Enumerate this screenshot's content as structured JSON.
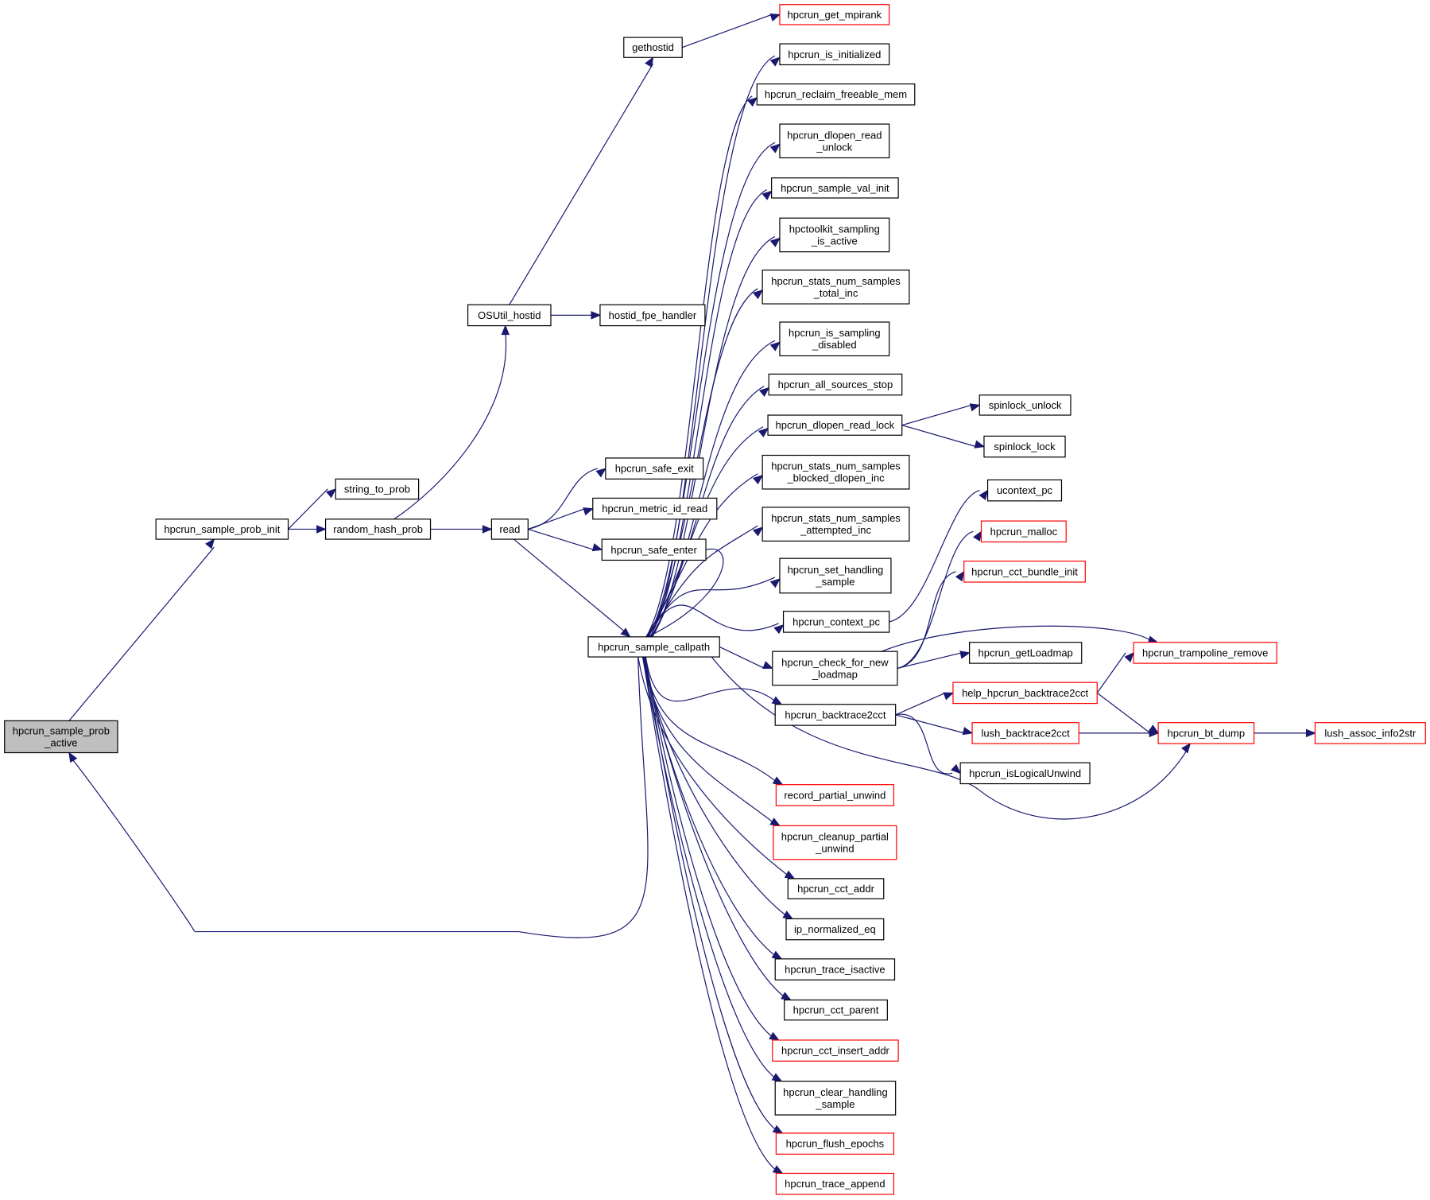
{
  "graph": {
    "type": "call-graph",
    "colors": {
      "edge": "#191970",
      "node_border": "#000000",
      "external_node_border": "#ff0000",
      "root_fill": "#bfbfbf",
      "node_fill": "#ffffff"
    },
    "nodes": [
      {
        "id": "n0",
        "lines": [
          "hpcrun_sample_prob",
          "_active"
        ],
        "kind": "root"
      },
      {
        "id": "n1",
        "lines": [
          "hpcrun_sample_prob_init"
        ],
        "kind": "normal"
      },
      {
        "id": "n2",
        "lines": [
          "string_to_prob"
        ],
        "kind": "normal"
      },
      {
        "id": "n3",
        "lines": [
          "random_hash_prob"
        ],
        "kind": "normal"
      },
      {
        "id": "n4",
        "lines": [
          "OSUtil_hostid"
        ],
        "kind": "normal"
      },
      {
        "id": "n5",
        "lines": [
          "gethostid"
        ],
        "kind": "normal"
      },
      {
        "id": "n6",
        "lines": [
          "hpcrun_get_mpirank"
        ],
        "kind": "external"
      },
      {
        "id": "n7",
        "lines": [
          "hostid_fpe_handler"
        ],
        "kind": "normal"
      },
      {
        "id": "n8",
        "lines": [
          "read"
        ],
        "kind": "normal"
      },
      {
        "id": "n9",
        "lines": [
          "hpcrun_safe_exit"
        ],
        "kind": "normal"
      },
      {
        "id": "n10",
        "lines": [
          "hpcrun_metric_id_read"
        ],
        "kind": "normal"
      },
      {
        "id": "n11",
        "lines": [
          "hpcrun_safe_enter"
        ],
        "kind": "normal"
      },
      {
        "id": "n12",
        "lines": [
          "hpcrun_sample_callpath"
        ],
        "kind": "normal"
      },
      {
        "id": "n13",
        "lines": [
          "hpcrun_is_initialized"
        ],
        "kind": "normal"
      },
      {
        "id": "n14",
        "lines": [
          "hpcrun_reclaim_freeable_mem"
        ],
        "kind": "normal"
      },
      {
        "id": "n15",
        "lines": [
          "hpcrun_dlopen_read",
          "_unlock"
        ],
        "kind": "normal"
      },
      {
        "id": "n16",
        "lines": [
          "hpcrun_sample_val_init"
        ],
        "kind": "normal"
      },
      {
        "id": "n17",
        "lines": [
          "hpctoolkit_sampling",
          "_is_active"
        ],
        "kind": "normal"
      },
      {
        "id": "n18",
        "lines": [
          "hpcrun_stats_num_samples",
          "_total_inc"
        ],
        "kind": "normal"
      },
      {
        "id": "n19",
        "lines": [
          "hpcrun_is_sampling",
          "_disabled"
        ],
        "kind": "normal"
      },
      {
        "id": "n20",
        "lines": [
          "hpcrun_all_sources_stop"
        ],
        "kind": "normal"
      },
      {
        "id": "n21",
        "lines": [
          "hpcrun_dlopen_read_lock"
        ],
        "kind": "normal"
      },
      {
        "id": "n22",
        "lines": [
          "hpcrun_stats_num_samples",
          "_blocked_dlopen_inc"
        ],
        "kind": "normal"
      },
      {
        "id": "n23",
        "lines": [
          "hpcrun_stats_num_samples",
          "_attempted_inc"
        ],
        "kind": "normal"
      },
      {
        "id": "n24",
        "lines": [
          "hpcrun_set_handling",
          "_sample"
        ],
        "kind": "normal"
      },
      {
        "id": "n25",
        "lines": [
          "hpcrun_context_pc"
        ],
        "kind": "normal"
      },
      {
        "id": "n26",
        "lines": [
          "hpcrun_check_for_new",
          "_loadmap"
        ],
        "kind": "normal"
      },
      {
        "id": "n27",
        "lines": [
          "hpcrun_backtrace2cct"
        ],
        "kind": "normal"
      },
      {
        "id": "n28",
        "lines": [
          "record_partial_unwind"
        ],
        "kind": "external"
      },
      {
        "id": "n29",
        "lines": [
          "hpcrun_cleanup_partial",
          "_unwind"
        ],
        "kind": "external"
      },
      {
        "id": "n30",
        "lines": [
          "hpcrun_cct_addr"
        ],
        "kind": "normal"
      },
      {
        "id": "n31",
        "lines": [
          "ip_normalized_eq"
        ],
        "kind": "normal"
      },
      {
        "id": "n32",
        "lines": [
          "hpcrun_trace_isactive"
        ],
        "kind": "normal"
      },
      {
        "id": "n33",
        "lines": [
          "hpcrun_cct_parent"
        ],
        "kind": "normal"
      },
      {
        "id": "n34",
        "lines": [
          "hpcrun_cct_insert_addr"
        ],
        "kind": "external"
      },
      {
        "id": "n35",
        "lines": [
          "hpcrun_clear_handling",
          "_sample"
        ],
        "kind": "normal"
      },
      {
        "id": "n36",
        "lines": [
          "hpcrun_flush_epochs"
        ],
        "kind": "external"
      },
      {
        "id": "n37",
        "lines": [
          "hpcrun_trace_append"
        ],
        "kind": "external"
      },
      {
        "id": "n38",
        "lines": [
          "spinlock_unlock"
        ],
        "kind": "normal"
      },
      {
        "id": "n39",
        "lines": [
          "spinlock_lock"
        ],
        "kind": "normal"
      },
      {
        "id": "n40",
        "lines": [
          "ucontext_pc"
        ],
        "kind": "normal"
      },
      {
        "id": "n41",
        "lines": [
          "hpcrun_malloc"
        ],
        "kind": "external"
      },
      {
        "id": "n42",
        "lines": [
          "hpcrun_cct_bundle_init"
        ],
        "kind": "external"
      },
      {
        "id": "n43",
        "lines": [
          "hpcrun_getLoadmap"
        ],
        "kind": "normal"
      },
      {
        "id": "n44",
        "lines": [
          "hpcrun_trampoline_remove"
        ],
        "kind": "external"
      },
      {
        "id": "n45",
        "lines": [
          "help_hpcrun_backtrace2cct"
        ],
        "kind": "external"
      },
      {
        "id": "n46",
        "lines": [
          "lush_backtrace2cct"
        ],
        "kind": "external"
      },
      {
        "id": "n47",
        "lines": [
          "hpcrun_isLogicalUnwind"
        ],
        "kind": "normal"
      },
      {
        "id": "n48",
        "lines": [
          "hpcrun_bt_dump"
        ],
        "kind": "external"
      },
      {
        "id": "n49",
        "lines": [
          "lush_assoc_info2str"
        ],
        "kind": "external"
      }
    ],
    "edges": [
      [
        "n0",
        "n1"
      ],
      [
        "n1",
        "n2"
      ],
      [
        "n1",
        "n3"
      ],
      [
        "n3",
        "n4"
      ],
      [
        "n3",
        "n8"
      ],
      [
        "n4",
        "n5"
      ],
      [
        "n4",
        "n7"
      ],
      [
        "n5",
        "n6"
      ],
      [
        "n8",
        "n9"
      ],
      [
        "n8",
        "n10"
      ],
      [
        "n8",
        "n11"
      ],
      [
        "n8",
        "n12"
      ],
      [
        "n11",
        "n12"
      ],
      [
        "n12",
        "n13"
      ],
      [
        "n12",
        "n14"
      ],
      [
        "n12",
        "n15"
      ],
      [
        "n12",
        "n16"
      ],
      [
        "n12",
        "n17"
      ],
      [
        "n12",
        "n18"
      ],
      [
        "n12",
        "n19"
      ],
      [
        "n12",
        "n20"
      ],
      [
        "n12",
        "n21"
      ],
      [
        "n12",
        "n22"
      ],
      [
        "n12",
        "n23"
      ],
      [
        "n12",
        "n24"
      ],
      [
        "n12",
        "n25"
      ],
      [
        "n12",
        "n26"
      ],
      [
        "n12",
        "n27"
      ],
      [
        "n12",
        "n28"
      ],
      [
        "n12",
        "n29"
      ],
      [
        "n12",
        "n30"
      ],
      [
        "n12",
        "n31"
      ],
      [
        "n12",
        "n32"
      ],
      [
        "n12",
        "n33"
      ],
      [
        "n12",
        "n34"
      ],
      [
        "n12",
        "n35"
      ],
      [
        "n12",
        "n36"
      ],
      [
        "n12",
        "n37"
      ],
      [
        "n12",
        "n48"
      ],
      [
        "n12",
        "n0"
      ],
      [
        "n21",
        "n38"
      ],
      [
        "n21",
        "n39"
      ],
      [
        "n25",
        "n40"
      ],
      [
        "n26",
        "n41"
      ],
      [
        "n26",
        "n42"
      ],
      [
        "n26",
        "n43"
      ],
      [
        "n26",
        "n44"
      ],
      [
        "n27",
        "n45"
      ],
      [
        "n27",
        "n46"
      ],
      [
        "n27",
        "n47"
      ],
      [
        "n45",
        "n44"
      ],
      [
        "n45",
        "n48"
      ],
      [
        "n46",
        "n48"
      ],
      [
        "n48",
        "n49"
      ]
    ]
  }
}
